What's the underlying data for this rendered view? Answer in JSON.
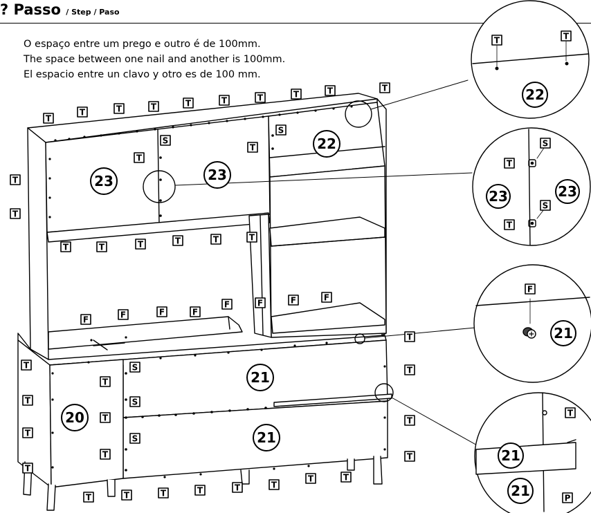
{
  "header": {
    "step_word": "Passo",
    "step_translations": "/ Step / Paso"
  },
  "notes": [
    "O espaço entre um prego e outro é de 100mm.",
    "The space between one nail and another is 100mm.",
    "El espacio entre un clavo y otro es de 100 mm."
  ],
  "markers": {
    "T": "T",
    "S": "S",
    "F": "F",
    "P": "P"
  },
  "parts": {
    "p20": "20",
    "p21": "21",
    "p22": "22",
    "p23": "23"
  }
}
